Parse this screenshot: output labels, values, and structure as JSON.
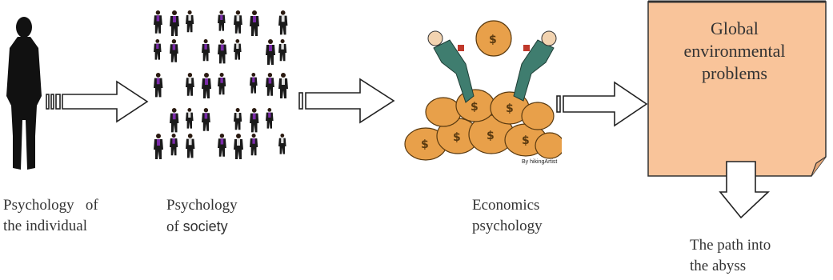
{
  "figure": {
    "labels": {
      "individual": {
        "line1": "Psychology   of",
        "line2": "the individual"
      },
      "society": {
        "line1": "Psychology",
        "line2_prefix": "of ",
        "line2_word": "society"
      },
      "economics": {
        "line1": "Economics",
        "line2": "psychology"
      },
      "problems": {
        "line1": "Global",
        "line2": "environmental",
        "line3": "problems"
      },
      "abyss": {
        "line1": "The path into",
        "line2": "the abyss"
      },
      "credit": "By hikingArtist"
    },
    "colors": {
      "note_fill": "#f9c49a",
      "note_stroke": "#333333",
      "arrow_stroke": "#222222",
      "silhouette": "#111111",
      "suit_accent": "#7a2aa8",
      "money_bag": "#e8a04a"
    },
    "icons": [
      "person-silhouette-icon",
      "crowd-icon",
      "money-bags-icon",
      "sticky-note-icon"
    ]
  }
}
